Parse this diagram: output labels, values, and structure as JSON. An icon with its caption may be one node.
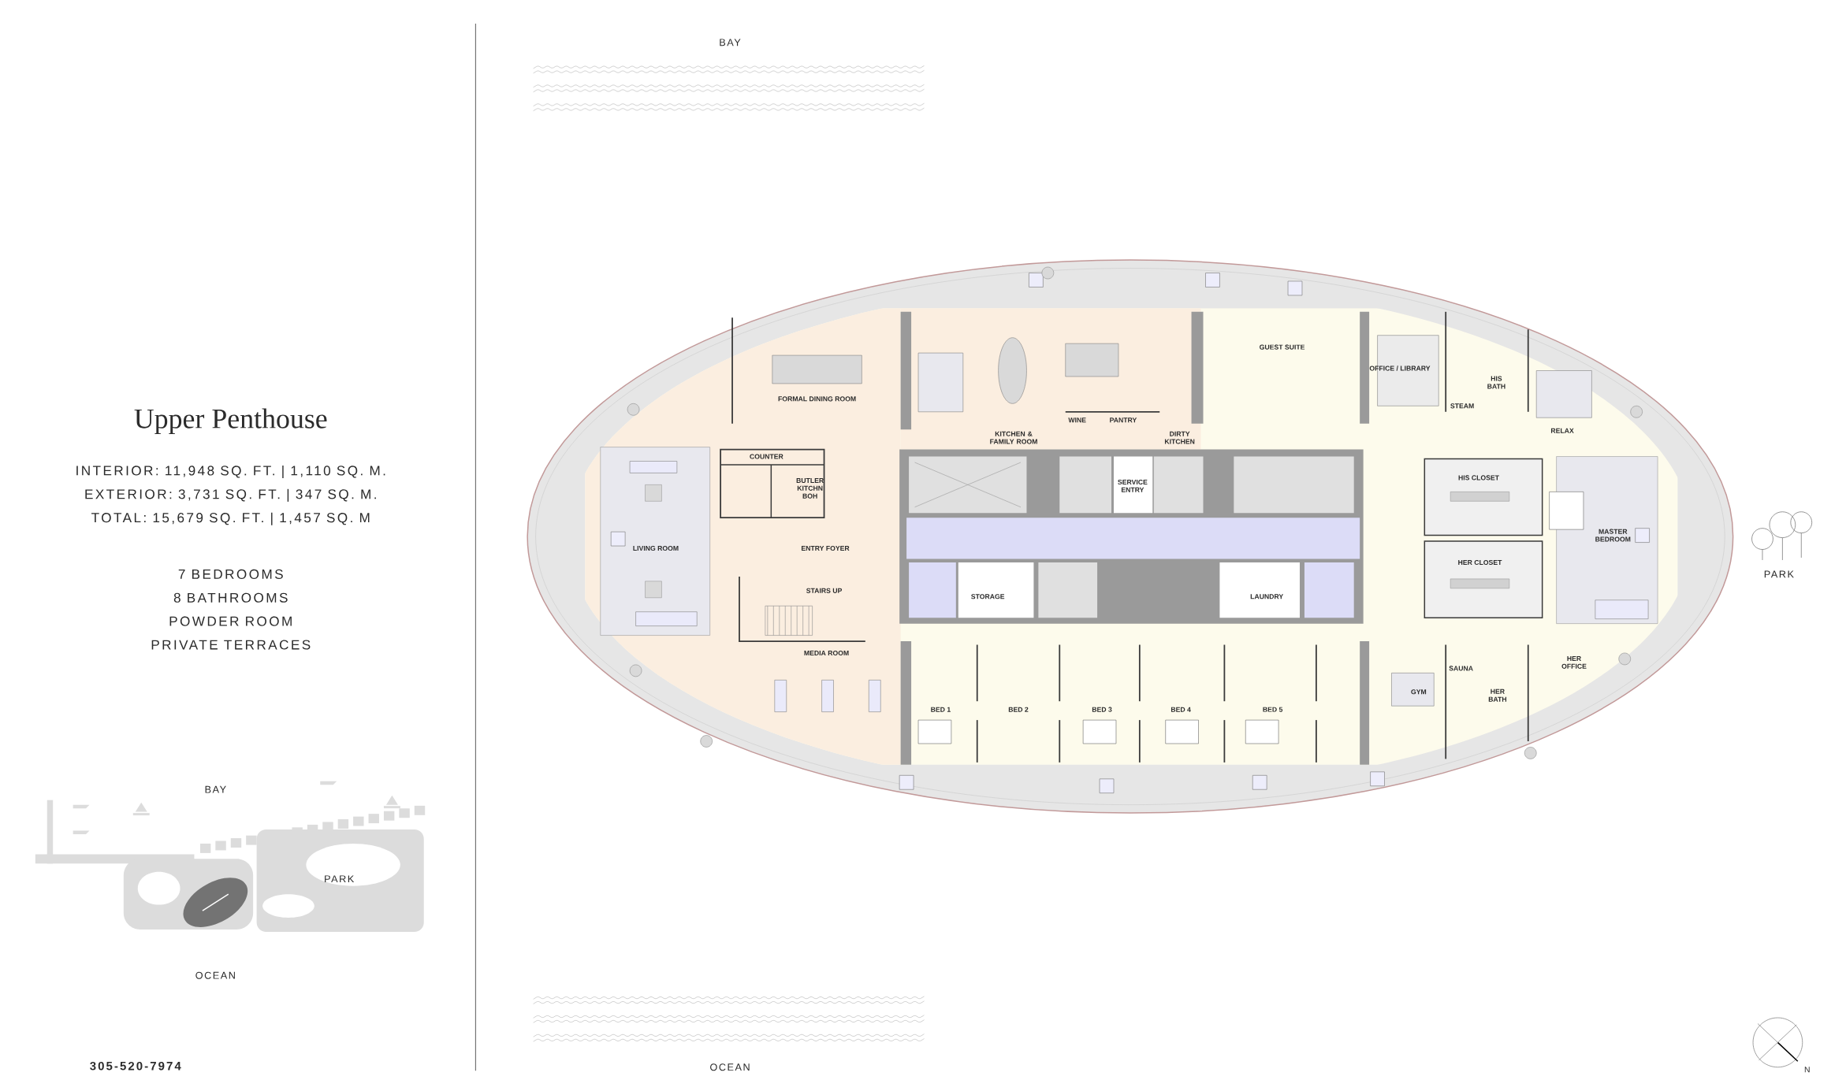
{
  "diagram": {
    "title": "Upper Penthouse",
    "labels": [
      "INTERIOR: 11,948 SQ. FT. | 1,110 SQ. M.",
      "EXTERIOR: 3,731 SQ. FT. | 347 SQ. M.",
      "TOTAL: 15,679 SQ. FT. | 1,457 SQ. M",
      "7 BEDROOMS",
      "8 BATHROOMS",
      "POWDER ROOM",
      "PRIVATE TERRACES",
      "BAY",
      "PARK",
      "OCEAN",
      "305-520-7974",
      "BAY",
      "FORMAL DINING ROOM",
      "GUEST SUITE",
      "OFFICE / LIBRARY",
      "HIS BATH",
      "STEAM",
      "WINE",
      "PANTRY",
      "KITCHEN & FAMILY ROOM",
      "DIRTY KITCHEN",
      "RELAX",
      "COUNTER",
      "BUTLER KITCHN BOH",
      "SERVICE ENTRY",
      "HIS CLOSET",
      "MASTER BEDROOM",
      "LIVING ROOM",
      "ENTRY FOYER",
      "HER CLOSET",
      "PARK",
      "STAIRS UP",
      "STORAGE",
      "LAUNDRY",
      "MEDIA ROOM",
      "SAUNA",
      "HER OFFICE",
      "GYM",
      "HER BATH",
      "BED 1",
      "BED 2",
      "BED 3",
      "BED 4",
      "BED 5",
      "OCEAN",
      "N"
    ]
  }
}
